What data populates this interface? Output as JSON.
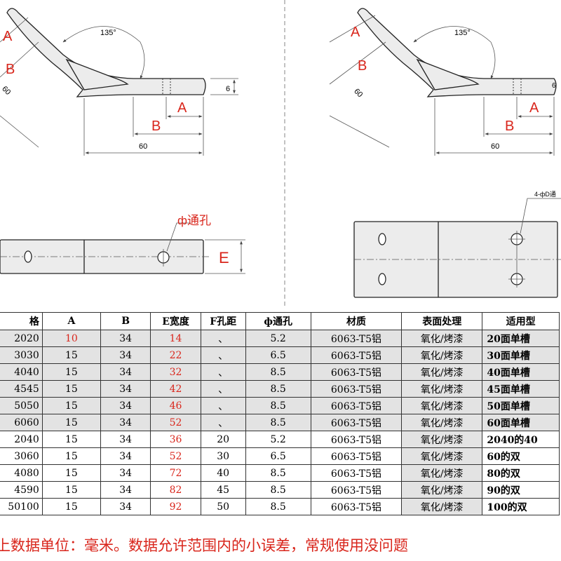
{
  "drawing": {
    "left": {
      "angle": "135°",
      "label_a": "A",
      "label_b": "B",
      "slant_len": "60",
      "thickness": "6",
      "horiz_a": "A",
      "horiz_b": "B",
      "length": "60",
      "hole_label": "ф通孔",
      "width_label": "E"
    },
    "right": {
      "angle": "135°",
      "label_a": "A",
      "label_b": "B",
      "slant_len": "60",
      "thickness": "6",
      "horiz_a": "A",
      "horiz_b": "B",
      "length": "60",
      "hole_label": "4-фD通"
    }
  },
  "table": {
    "headers": [
      "格",
      "A",
      "B",
      "E宽度",
      "F孔距",
      "ф通孔",
      "材质",
      "表面处理",
      "适用型"
    ],
    "rows": [
      {
        "model": "2020",
        "a": "10",
        "b": "34",
        "e": "14",
        "f": "、",
        "hole": "5.2",
        "material": "6063-T5铝",
        "finish": "氧化/烤漆",
        "usage": "20面单槽"
      },
      {
        "model": "3030",
        "a": "15",
        "b": "34",
        "e": "22",
        "f": "、",
        "hole": "6.5",
        "material": "6063-T5铝",
        "finish": "氧化/烤漆",
        "usage": "30面单槽"
      },
      {
        "model": "4040",
        "a": "15",
        "b": "34",
        "e": "32",
        "f": "、",
        "hole": "8.5",
        "material": "6063-T5铝",
        "finish": "氧化/烤漆",
        "usage": "40面单槽"
      },
      {
        "model": "4545",
        "a": "15",
        "b": "34",
        "e": "42",
        "f": "、",
        "hole": "8.5",
        "material": "6063-T5铝",
        "finish": "氧化/烤漆",
        "usage": "45面单槽"
      },
      {
        "model": "5050",
        "a": "15",
        "b": "34",
        "e": "46",
        "f": "、",
        "hole": "8.5",
        "material": "6063-T5铝",
        "finish": "氧化/烤漆",
        "usage": "50面单槽"
      },
      {
        "model": "6060",
        "a": "15",
        "b": "34",
        "e": "52",
        "f": "、",
        "hole": "8.5",
        "material": "6063-T5铝",
        "finish": "氧化/烤漆",
        "usage": "60面单槽"
      },
      {
        "model": "2040",
        "a": "15",
        "b": "34",
        "e": "36",
        "f": "20",
        "hole": "5.2",
        "material": "6063-T5铝",
        "finish": "氧化/烤漆",
        "usage": "2040的40"
      },
      {
        "model": "3060",
        "a": "15",
        "b": "34",
        "e": "52",
        "f": "30",
        "hole": "6.5",
        "material": "6063-T5铝",
        "finish": "氧化/烤漆",
        "usage": "60的双"
      },
      {
        "model": "4080",
        "a": "15",
        "b": "34",
        "e": "72",
        "f": "40",
        "hole": "8.5",
        "material": "6063-T5铝",
        "finish": "氧化/烤漆",
        "usage": "80的双"
      },
      {
        "model": "4590",
        "a": "15",
        "b": "34",
        "e": "82",
        "f": "45",
        "hole": "8.5",
        "material": "6063-T5铝",
        "finish": "氧化/烤漆",
        "usage": "90的双"
      },
      {
        "model": "50100",
        "a": "15",
        "b": "34",
        "e": "92",
        "f": "50",
        "hole": "8.5",
        "material": "6063-T5铝",
        "finish": "氧化/烤漆",
        "usage": "100的双"
      }
    ]
  },
  "footnote": "上数据单位：毫米。数据允许范围内的小误差，常规使用没问题",
  "colors": {
    "accent_red": "#d9261c",
    "row_gray": "#e3e3e3"
  }
}
